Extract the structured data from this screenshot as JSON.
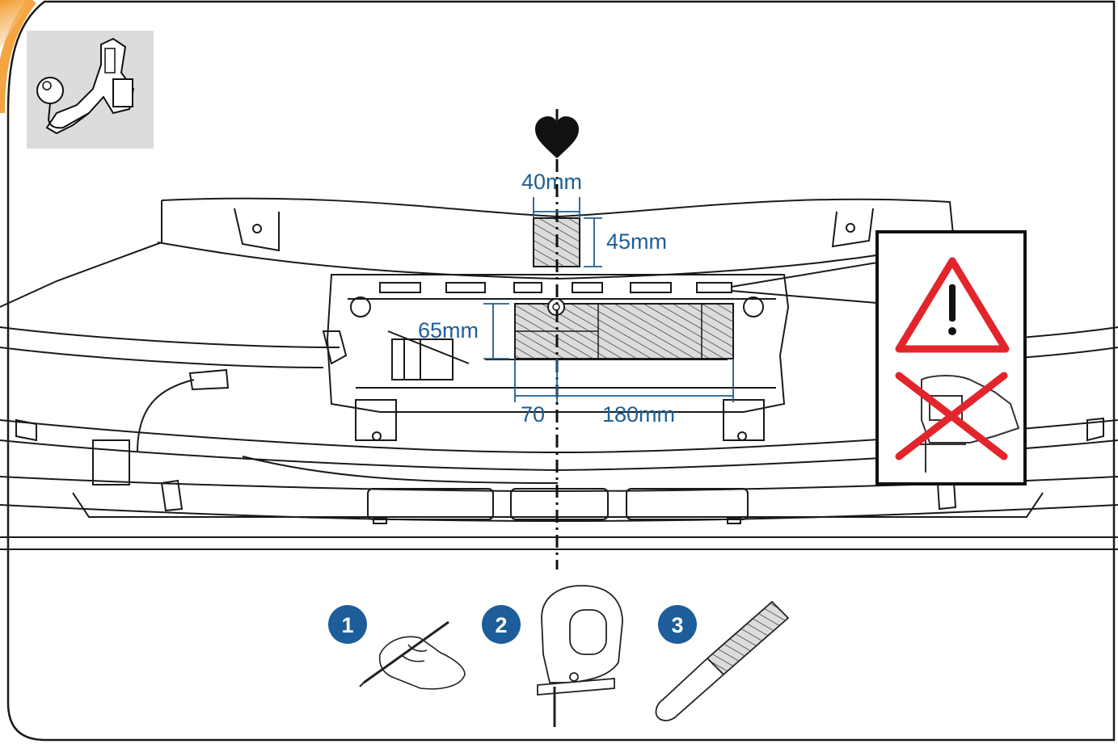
{
  "labels": {
    "width_top": "40mm",
    "height_top": "45mm",
    "height_main": "65mm",
    "offset_center": "70",
    "width_main": "180mm"
  },
  "steps": [
    {
      "number": "1",
      "icon": "pen-hand-icon"
    },
    {
      "number": "2",
      "icon": "jigsaw-icon"
    },
    {
      "number": "3",
      "icon": "file-rasp-icon"
    }
  ],
  "colors": {
    "dimension": "#1f5e96",
    "step_badge": "#1d5d99",
    "warning_red": "#e3242b",
    "accent_orange": "#f39a2c",
    "thumb_bg": "#dcdcdc"
  }
}
